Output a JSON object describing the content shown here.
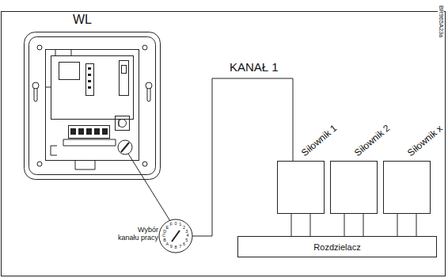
{
  "diagram": {
    "nodes": [
      {
        "text": [
          "Siłownik 1"
        ]
      },
      {
        "text": [
          "Siłownik 2"
        ]
      },
      {
        "text": [
          "Siłownik x"
        ]
      },
      {
        "text": [
          "Rozdzielacz"
        ]
      }
    ],
    "edges": [
      {
        "from": 0,
        "to": 3,
        "arrow": "none"
      },
      {
        "from": 1,
        "to": 3,
        "arrow": "none"
      },
      {
        "from": 2,
        "to": 3,
        "arrow": "none"
      }
    ],
    "labels": [
      "WL",
      "KANAŁ 1",
      "Wybór kanału pracy",
      "BR965A23a",
      "0",
      "1",
      "2",
      "3",
      "4",
      "5",
      "6",
      "7",
      "8",
      "9",
      "A",
      "B",
      "C",
      "D",
      "E",
      "F"
    ]
  }
}
